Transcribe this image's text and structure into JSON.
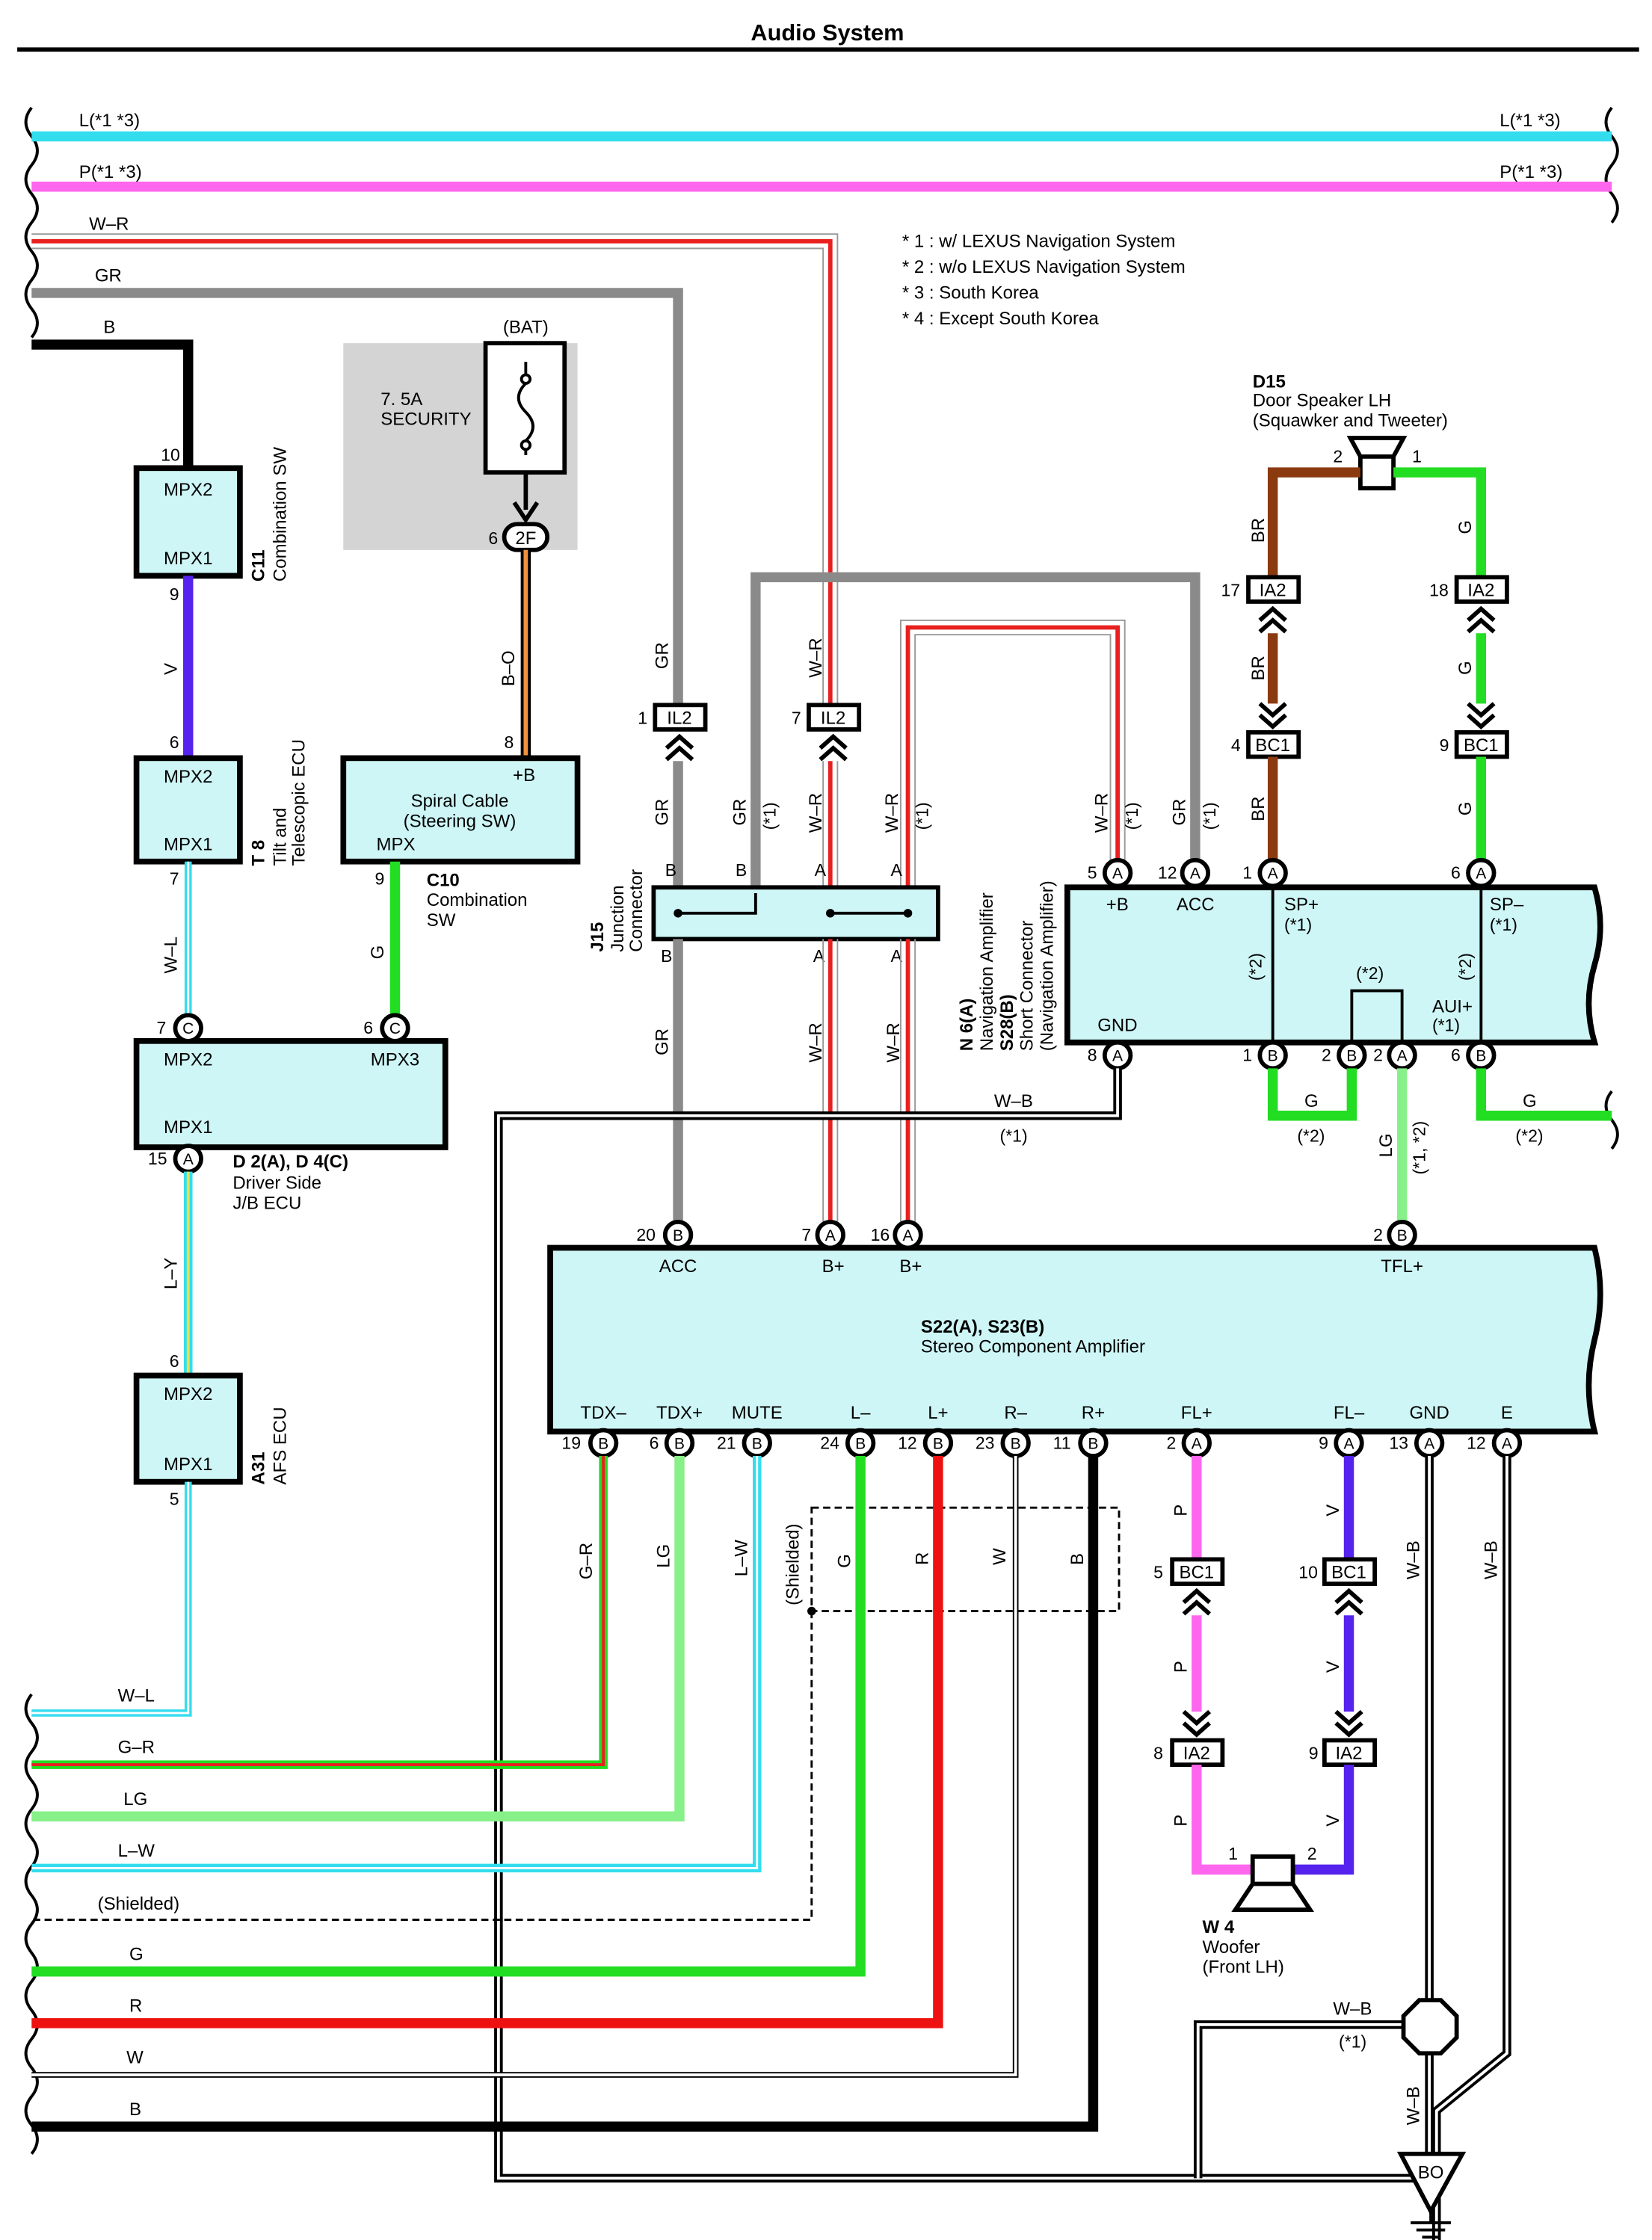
{
  "title": "Audio System",
  "notes": [
    "* 1 : w/ LEXUS Navigation System",
    "* 2 : w/o LEXUS Navigation System",
    "* 3 : South Korea",
    "* 4 : Except South Korea"
  ],
  "colors": {
    "L": "#33ddee",
    "P": "#ff66ee",
    "W_R": "#e82020",
    "GR": "#8a8a8a",
    "B": "#000000",
    "V": "#5522ee",
    "L_Y": "#e8e050",
    "G": "#22dd22",
    "LG": "#88f088",
    "BR": "#8b3a10",
    "B_O": "#f09040",
    "R": "#ee1111",
    "fuse_bg": "#d4d4d4",
    "component": "#cef6f6"
  },
  "top_wires": {
    "L": "L(*1 *3)",
    "P": "P(*1 *3)",
    "W_R": "W–R",
    "GR": "GR",
    "B": "B"
  },
  "fuse": {
    "source": "(BAT)",
    "rating": "7. 5A",
    "name": "SECURITY",
    "pin": "6",
    "connector": "2F"
  },
  "components": {
    "C11": {
      "code": "C11",
      "name": "Combination SW",
      "top": "MPX2",
      "bottom": "MPX1",
      "pin_top": "10",
      "pin_bottom": "9"
    },
    "T8": {
      "code": "T 8",
      "name1": "Tilt and",
      "name2": "Telescopic ECU",
      "top": "MPX2",
      "bottom": "MPX1",
      "pin_top": "6",
      "pin_bottom": "7"
    },
    "C10": {
      "code": "C10",
      "name1": "Combination",
      "name2": "SW",
      "label1": "Spiral Cable",
      "label2": "(Steering SW)",
      "plus_b": "+B",
      "mpx": "MPX",
      "pin_top": "8",
      "pin_bottom": "9"
    },
    "D2": {
      "code": "D 2(A), D 4(C)",
      "name1": "Driver Side",
      "name2": "J/B ECU",
      "mpx2": "MPX2",
      "mpx3": "MPX3",
      "mpx1": "MPX1",
      "pin_mpx2": "7",
      "pin_mpx3": "6",
      "pin_mpx1": "15",
      "conn_c": "C",
      "conn_a": "A"
    },
    "A31": {
      "code": "A31",
      "name": "AFS ECU",
      "top": "MPX2",
      "bottom": "MPX1",
      "pin_top": "6",
      "pin_bottom": "5"
    },
    "J15": {
      "code": "J15",
      "name1": "Junction",
      "name2": "Connector",
      "pins_top": [
        "B",
        "B",
        "A",
        "A"
      ],
      "pins_bottom": [
        "B",
        "A",
        "A"
      ]
    },
    "IL2": {
      "name": "IL2",
      "pin_left": "1",
      "pin_right": "7"
    },
    "N6": {
      "code": "N 6(A)",
      "name1": "Navigation Amplifier",
      "code2": "S28(B)",
      "name2": "Short Connector",
      "name3": "(Navigation Amplifier)",
      "plus_b": "+B",
      "acc": "ACC",
      "sp_plus": "SP+",
      "sp_plus_note": "(*1)",
      "sp_minus": "SP–",
      "sp_minus_note": "(*1)",
      "gnd": "GND",
      "aui": "AUI+",
      "aui_note": "(*1)",
      "note2": "(*2)",
      "pins_top": [
        "5",
        "12",
        "1",
        "6"
      ],
      "pins_bottom": [
        "8",
        "1",
        "2",
        "2",
        "6"
      ]
    },
    "D15": {
      "code": "D15",
      "name1": "Door Speaker LH",
      "name2": "(Squawker and Tweeter)",
      "pin1": "1",
      "pin2": "2"
    },
    "IA2_top": {
      "name": "IA2",
      "pin_left": "17",
      "pin_right": "18"
    },
    "BC1_top": {
      "name": "BC1",
      "pin_left": "4",
      "pin_right": "9"
    },
    "S22": {
      "code": "S22(A), S23(B)",
      "name": "Stereo Component Amplifier",
      "top_labels": [
        "ACC",
        "B+",
        "B+",
        "TFL+"
      ],
      "top_pins": [
        "20",
        "7",
        "16",
        "2"
      ],
      "bottom_labels": [
        "TDX–",
        "TDX+",
        "MUTE",
        "L–",
        "L+",
        "R–",
        "R+",
        "FL+",
        "FL–",
        "GND",
        "E"
      ],
      "bottom_pins": [
        "19",
        "6",
        "21",
        "24",
        "12",
        "23",
        "11",
        "2",
        "9",
        "13",
        "12"
      ]
    },
    "BC1_bot": {
      "name": "BC1",
      "pin_left": "5",
      "pin_right": "10"
    },
    "IA2_bot": {
      "name": "IA2",
      "pin_left": "8",
      "pin_right": "9"
    },
    "W4": {
      "code": "W 4",
      "name1": "Woofer",
      "name2": "(Front LH)",
      "pin1": "1",
      "pin2": "2"
    },
    "BO": {
      "name": "BO"
    }
  },
  "wire_labels": {
    "V": "V",
    "W_L": "W–L",
    "L_Y": "L–Y",
    "G": "G",
    "B_O": "B–O",
    "GR": "GR",
    "W_R": "W–R",
    "note1": "(*1)",
    "note2": "(*2)",
    "BR": "BR",
    "W_B": "W–B",
    "LG": "LG",
    "note12": "(*1, *2)",
    "G_R": "G–R",
    "L_W": "L–W",
    "shielded": "(Shielded)",
    "R": "R",
    "W": "W",
    "B": "B",
    "P": "P"
  },
  "left_exits": [
    "W–L",
    "G–R",
    "LG",
    "L–W",
    "(Shielded)",
    "G",
    "R",
    "W",
    "B"
  ]
}
